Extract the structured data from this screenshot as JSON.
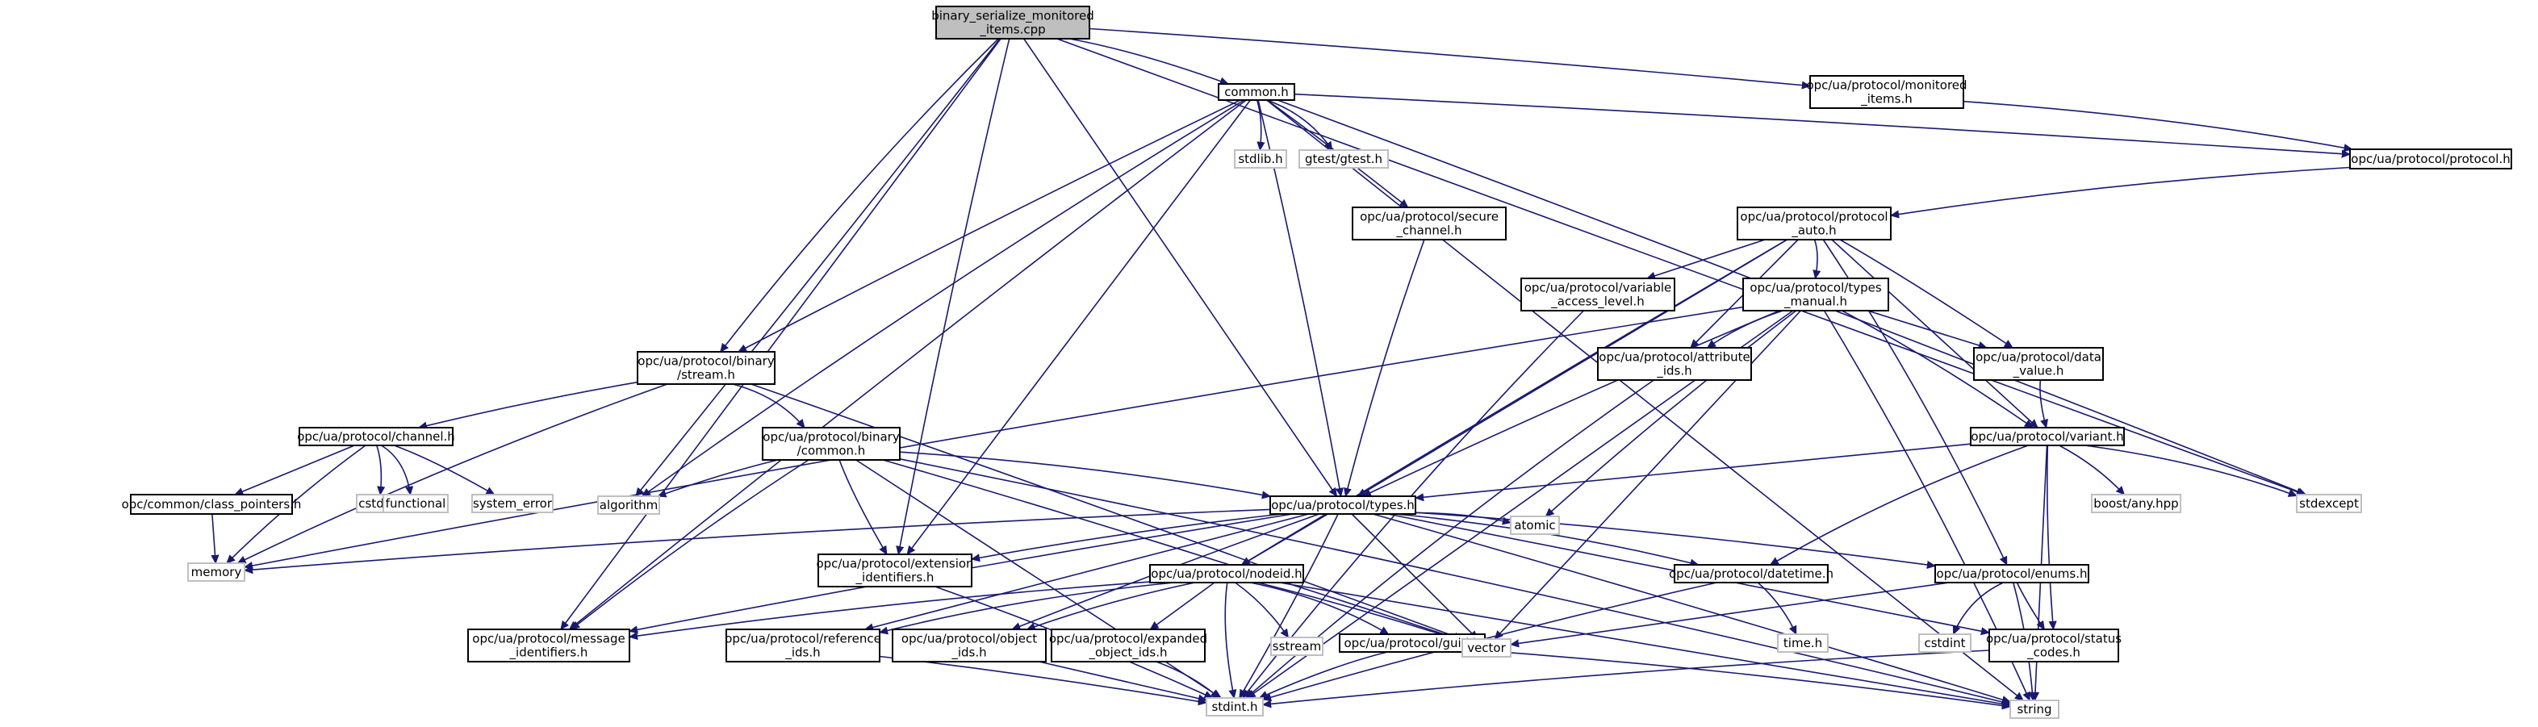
{
  "diagram": {
    "root": "binary_serialize_monitored_items.cpp",
    "nodes": [
      {
        "id": "root",
        "lines": [
          "binary_serialize_monitored",
          "_items.cpp"
        ],
        "kind": "root"
      },
      {
        "id": "common_h",
        "lines": [
          "common.h"
        ],
        "kind": "file"
      },
      {
        "id": "monitored_items_h",
        "lines": [
          "opc/ua/protocol/monitored",
          "_items.h"
        ],
        "kind": "file"
      },
      {
        "id": "protocol_h",
        "lines": [
          "opc/ua/protocol/protocol.h"
        ],
        "kind": "file"
      },
      {
        "id": "protocol_auto_h",
        "lines": [
          "opc/ua/protocol/protocol",
          "_auto.h"
        ],
        "kind": "file"
      },
      {
        "id": "stdlib_h",
        "lines": [
          "stdlib.h"
        ],
        "kind": "external"
      },
      {
        "id": "gtest_h",
        "lines": [
          "gtest/gtest.h"
        ],
        "kind": "external"
      },
      {
        "id": "secure_channel_h",
        "lines": [
          "opc/ua/protocol/secure",
          "_channel.h"
        ],
        "kind": "file"
      },
      {
        "id": "variable_access_level_h",
        "lines": [
          "opc/ua/protocol/variable",
          "_access_level.h"
        ],
        "kind": "file"
      },
      {
        "id": "types_manual_h",
        "lines": [
          "opc/ua/protocol/types",
          "_manual.h"
        ],
        "kind": "file"
      },
      {
        "id": "attribute_ids_h",
        "lines": [
          "opc/ua/protocol/attribute",
          "_ids.h"
        ],
        "kind": "file"
      },
      {
        "id": "data_value_h",
        "lines": [
          "opc/ua/protocol/data",
          "_value.h"
        ],
        "kind": "file"
      },
      {
        "id": "variant_h",
        "lines": [
          "opc/ua/protocol/variant.h"
        ],
        "kind": "file"
      },
      {
        "id": "binary_stream_h",
        "lines": [
          "opc/ua/protocol/binary",
          "/stream.h"
        ],
        "kind": "file"
      },
      {
        "id": "channel_h",
        "lines": [
          "opc/ua/protocol/channel.h"
        ],
        "kind": "file"
      },
      {
        "id": "binary_common_h",
        "lines": [
          "opc/ua/protocol/binary",
          "/common.h"
        ],
        "kind": "file"
      },
      {
        "id": "class_pointers_h",
        "lines": [
          "opc/common/class_pointers.h"
        ],
        "kind": "file"
      },
      {
        "id": "cstddef",
        "lines": [
          "cstddef"
        ],
        "kind": "external"
      },
      {
        "id": "functional",
        "lines": [
          "functional"
        ],
        "kind": "external"
      },
      {
        "id": "system_error",
        "lines": [
          "system_error"
        ],
        "kind": "external"
      },
      {
        "id": "algorithm",
        "lines": [
          "algorithm"
        ],
        "kind": "external"
      },
      {
        "id": "types_h",
        "lines": [
          "opc/ua/protocol/types.h"
        ],
        "kind": "file"
      },
      {
        "id": "memory",
        "lines": [
          "memory"
        ],
        "kind": "external"
      },
      {
        "id": "extension_identifiers_h",
        "lines": [
          "opc/ua/protocol/extension",
          "_identifiers.h"
        ],
        "kind": "file"
      },
      {
        "id": "nodeid_h",
        "lines": [
          "opc/ua/protocol/nodeid.h"
        ],
        "kind": "file"
      },
      {
        "id": "atomic",
        "lines": [
          "atomic"
        ],
        "kind": "external"
      },
      {
        "id": "datetime_h",
        "lines": [
          "opc/ua/protocol/datetime.h"
        ],
        "kind": "file"
      },
      {
        "id": "enums_h",
        "lines": [
          "opc/ua/protocol/enums.h"
        ],
        "kind": "file"
      },
      {
        "id": "boost_any",
        "lines": [
          "boost/any.hpp"
        ],
        "kind": "external"
      },
      {
        "id": "stdexcept",
        "lines": [
          "stdexcept"
        ],
        "kind": "external"
      },
      {
        "id": "message_identifiers_h",
        "lines": [
          "opc/ua/protocol/message",
          "_identifiers.h"
        ],
        "kind": "file"
      },
      {
        "id": "reference_ids_h",
        "lines": [
          "opc/ua/protocol/reference",
          "_ids.h"
        ],
        "kind": "file"
      },
      {
        "id": "object_ids_h",
        "lines": [
          "opc/ua/protocol/object",
          "_ids.h"
        ],
        "kind": "file"
      },
      {
        "id": "expanded_object_ids_h",
        "lines": [
          "opc/ua/protocol/expanded",
          "_object_ids.h"
        ],
        "kind": "file"
      },
      {
        "id": "sstream",
        "lines": [
          "sstream"
        ],
        "kind": "external"
      },
      {
        "id": "guid_h",
        "lines": [
          "opc/ua/protocol/guid.h"
        ],
        "kind": "file"
      },
      {
        "id": "vector",
        "lines": [
          "vector"
        ],
        "kind": "external"
      },
      {
        "id": "time_h",
        "lines": [
          "time.h"
        ],
        "kind": "external"
      },
      {
        "id": "cstdint",
        "lines": [
          "cstdint"
        ],
        "kind": "external"
      },
      {
        "id": "status_codes_h",
        "lines": [
          "opc/ua/protocol/status",
          "_codes.h"
        ],
        "kind": "file"
      },
      {
        "id": "stdint_h",
        "lines": [
          "stdint.h"
        ],
        "kind": "external"
      },
      {
        "id": "string",
        "lines": [
          "string"
        ],
        "kind": "external"
      }
    ],
    "edges": [
      [
        "root",
        "common_h"
      ],
      [
        "root",
        "monitored_items_h"
      ],
      [
        "root",
        "stdexcept"
      ],
      [
        "root",
        "message_identifiers_h"
      ],
      [
        "root",
        "algorithm"
      ],
      [
        "root",
        "binary_stream_h"
      ],
      [
        "root",
        "extension_identifiers_h"
      ],
      [
        "root",
        "types_h"
      ],
      [
        "common_h",
        "stdlib_h"
      ],
      [
        "common_h",
        "gtest_h"
      ],
      [
        "common_h",
        "secure_channel_h"
      ],
      [
        "common_h",
        "protocol_h"
      ],
      [
        "common_h",
        "string"
      ],
      [
        "common_h",
        "stdexcept"
      ],
      [
        "common_h",
        "binary_stream_h"
      ],
      [
        "common_h",
        "algorithm"
      ],
      [
        "common_h",
        "message_identifiers_h"
      ],
      [
        "common_h",
        "extension_identifiers_h"
      ],
      [
        "common_h",
        "types_h"
      ],
      [
        "monitored_items_h",
        "protocol_h"
      ],
      [
        "protocol_h",
        "protocol_auto_h"
      ],
      [
        "secure_channel_h",
        "types_h"
      ],
      [
        "protocol_auto_h",
        "variable_access_level_h"
      ],
      [
        "protocol_auto_h",
        "types_manual_h"
      ],
      [
        "protocol_auto_h",
        "attribute_ids_h"
      ],
      [
        "protocol_auto_h",
        "data_value_h"
      ],
      [
        "protocol_auto_h",
        "variant_h"
      ],
      [
        "protocol_auto_h",
        "types_h"
      ],
      [
        "protocol_auto_h",
        "nodeid_h"
      ],
      [
        "protocol_auto_h",
        "enums_h"
      ],
      [
        "variable_access_level_h",
        "stdint_h"
      ],
      [
        "types_manual_h",
        "attribute_ids_h"
      ],
      [
        "types_manual_h",
        "data_value_h"
      ],
      [
        "types_manual_h",
        "variant_h"
      ],
      [
        "types_manual_h",
        "types_h"
      ],
      [
        "types_manual_h",
        "memory"
      ],
      [
        "types_manual_h",
        "atomic"
      ],
      [
        "types_manual_h",
        "vector"
      ],
      [
        "types_manual_h",
        "stdint_h"
      ],
      [
        "types_manual_h",
        "string"
      ],
      [
        "attribute_ids_h",
        "stdint_h"
      ],
      [
        "data_value_h",
        "variant_h"
      ],
      [
        "variant_h",
        "types_h"
      ],
      [
        "variant_h",
        "boost_any"
      ],
      [
        "variant_h",
        "stdexcept"
      ],
      [
        "variant_h",
        "datetime_h"
      ],
      [
        "variant_h",
        "status_codes_h"
      ],
      [
        "variant_h",
        "string"
      ],
      [
        "binary_stream_h",
        "channel_h"
      ],
      [
        "binary_stream_h",
        "binary_common_h"
      ],
      [
        "binary_stream_h",
        "memory"
      ],
      [
        "binary_stream_h",
        "vector"
      ],
      [
        "channel_h",
        "class_pointers_h"
      ],
      [
        "channel_h",
        "cstddef"
      ],
      [
        "channel_h",
        "functional"
      ],
      [
        "channel_h",
        "system_error"
      ],
      [
        "channel_h",
        "memory"
      ],
      [
        "class_pointers_h",
        "memory"
      ],
      [
        "binary_common_h",
        "algorithm"
      ],
      [
        "binary_common_h",
        "types_h"
      ],
      [
        "binary_common_h",
        "extension_identifiers_h"
      ],
      [
        "binary_common_h",
        "message_identifiers_h"
      ],
      [
        "binary_common_h",
        "stdint_h"
      ],
      [
        "binary_common_h",
        "vector"
      ],
      [
        "binary_common_h",
        "string"
      ],
      [
        "types_h",
        "memory"
      ],
      [
        "types_h",
        "extension_identifiers_h"
      ],
      [
        "types_h",
        "nodeid_h"
      ],
      [
        "types_h",
        "atomic"
      ],
      [
        "types_h",
        "datetime_h"
      ],
      [
        "types_h",
        "enums_h"
      ],
      [
        "types_h",
        "message_identifiers_h"
      ],
      [
        "types_h",
        "reference_ids_h"
      ],
      [
        "types_h",
        "object_ids_h"
      ],
      [
        "types_h",
        "stdint_h"
      ],
      [
        "types_h",
        "vector"
      ],
      [
        "types_h",
        "string"
      ],
      [
        "types_h",
        "status_codes_h"
      ],
      [
        "extension_identifiers_h",
        "stdint_h"
      ],
      [
        "nodeid_h",
        "message_identifiers_h"
      ],
      [
        "nodeid_h",
        "reference_ids_h"
      ],
      [
        "nodeid_h",
        "object_ids_h"
      ],
      [
        "nodeid_h",
        "expanded_object_ids_h"
      ],
      [
        "nodeid_h",
        "sstream"
      ],
      [
        "nodeid_h",
        "guid_h"
      ],
      [
        "nodeid_h",
        "stdint_h"
      ],
      [
        "nodeid_h",
        "vector"
      ],
      [
        "nodeid_h",
        "string"
      ],
      [
        "datetime_h",
        "time_h"
      ],
      [
        "datetime_h",
        "stdint_h"
      ],
      [
        "enums_h",
        "cstdint"
      ],
      [
        "enums_h",
        "status_codes_h"
      ],
      [
        "enums_h",
        "vector"
      ],
      [
        "enums_h",
        "string"
      ],
      [
        "guid_h",
        "stdint_h"
      ],
      [
        "guid_h",
        "string"
      ],
      [
        "reference_ids_h",
        "stdint_h"
      ],
      [
        "object_ids_h",
        "stdint_h"
      ],
      [
        "expanded_object_ids_h",
        "stdint_h"
      ],
      [
        "status_codes_h",
        "stdint_h"
      ]
    ]
  }
}
